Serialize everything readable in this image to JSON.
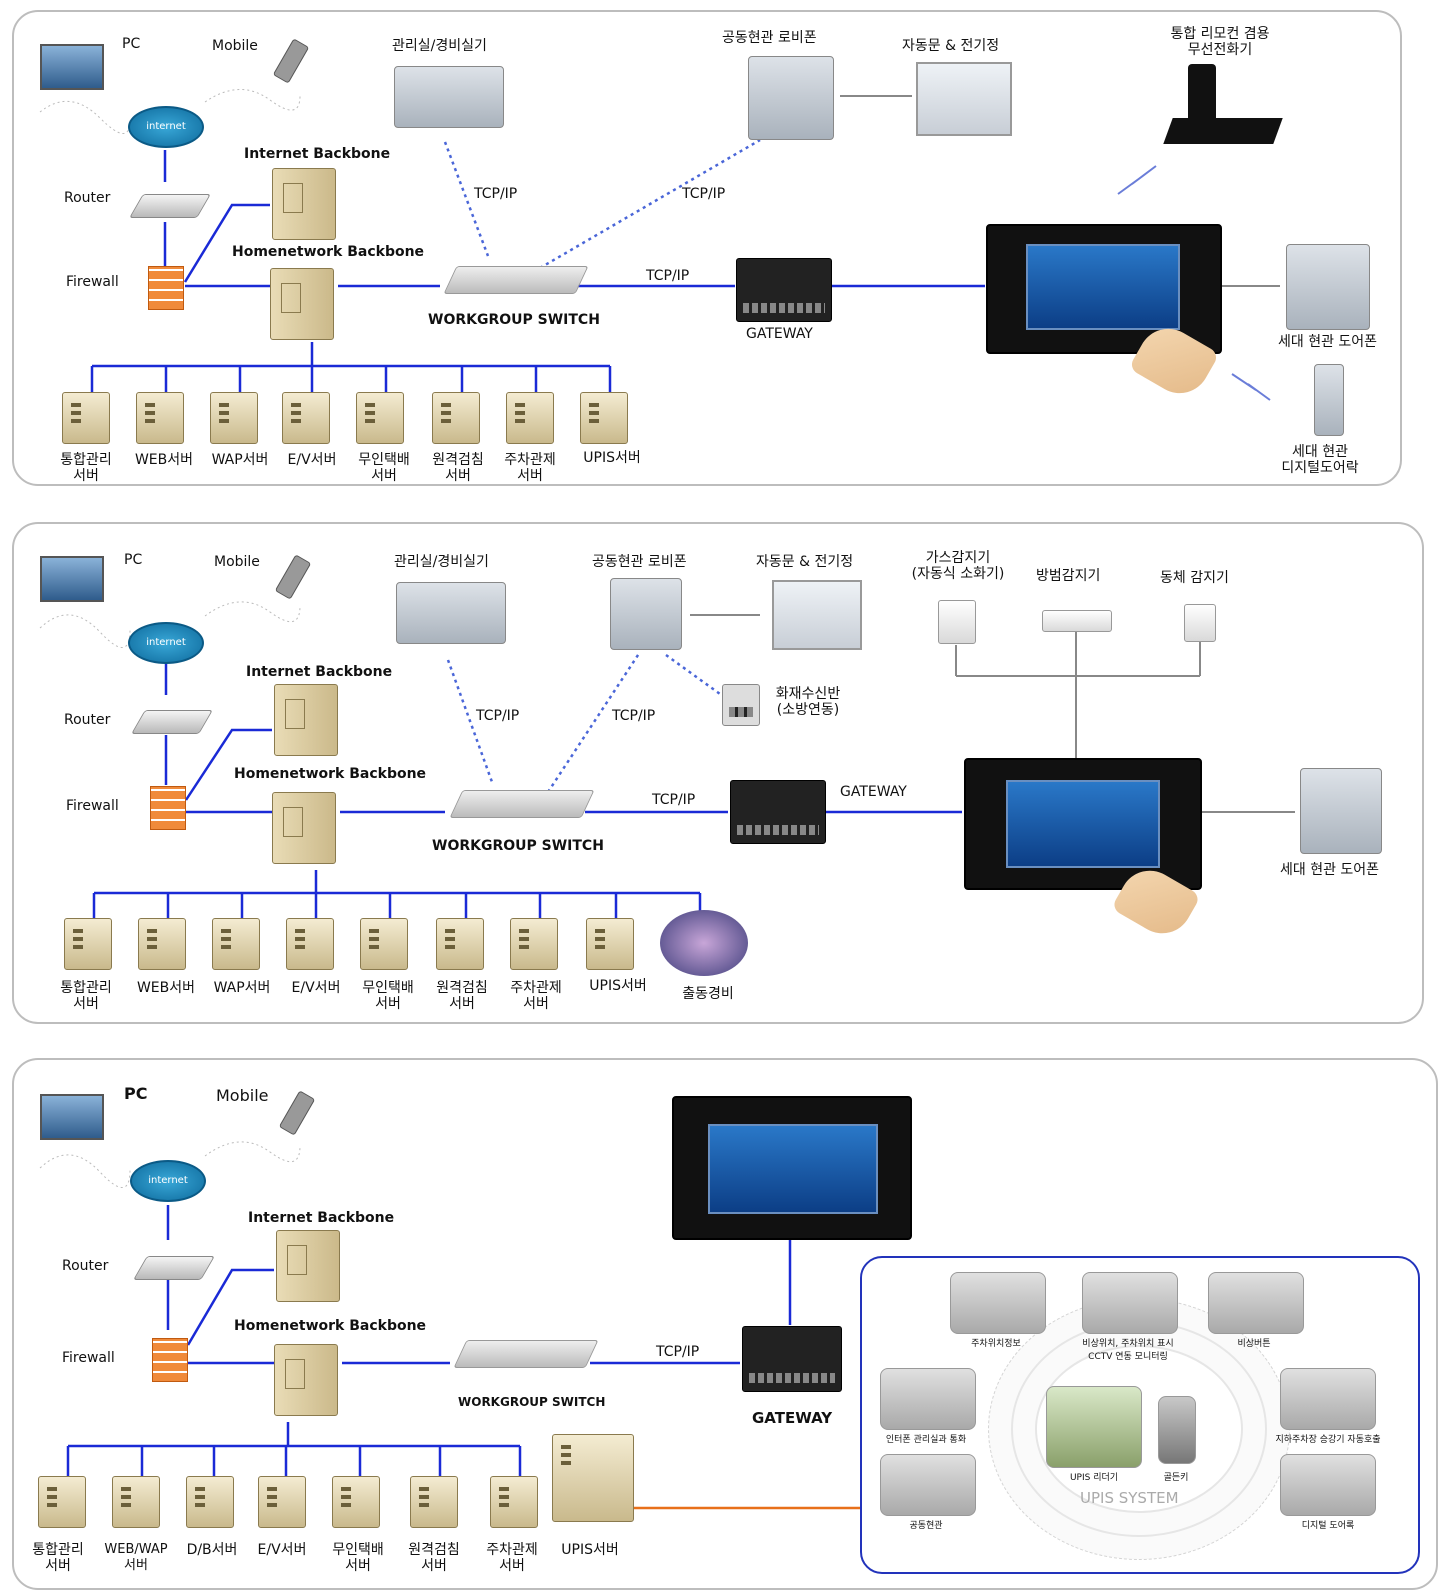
{
  "p1": {
    "pc": "PC",
    "mobile": "Mobile",
    "router": "Router",
    "firewall": "Firewall",
    "internet_backbone": "Internet Backbone",
    "homenet_backbone": "Homenetwork Backbone",
    "mgmt": "관리실/경비실기",
    "lobby": "공동현관 로비폰",
    "autodoor": "자동문 & 전기정",
    "remote": "통합 리모컨 겸용\n무선전화기",
    "tcp1": "TCP/IP",
    "tcp2": "TCP/IP",
    "tcp3": "TCP/IP",
    "switch": "WORKGROUP SWITCH",
    "gateway": "GATEWAY",
    "doorphone": "세대 현관 도어폰",
    "doorlock": "세대 현관\n디지털도어락",
    "servers": [
      "통합관리\n서버",
      "WEB서버",
      "WAP서버",
      "E/V서버",
      "무인택배\n서버",
      "원격검침\n서버",
      "주차관제\n서버",
      "UPIS서버"
    ]
  },
  "p2": {
    "pc": "PC",
    "mobile": "Mobile",
    "router": "Router",
    "firewall": "Firewall",
    "internet_backbone": "Internet Backbone",
    "homenet_backbone": "Homenetwork Backbone",
    "mgmt": "관리실/경비실기",
    "lobby": "공동현관 로비폰",
    "autodoor": "자동문 & 전기정",
    "gas": "가스감지기\n(자동식 소화기)",
    "security": "방범감지기",
    "motion": "동체 감지기",
    "fire": "화재수신반\n(소방연동)",
    "tcp1": "TCP/IP",
    "tcp2": "TCP/IP",
    "tcp3": "TCP/IP",
    "switch": "WORKGROUP SWITCH",
    "gateway": "GATEWAY",
    "doorphone": "세대 현관 도어폰",
    "dispatch": "출동경비",
    "servers": [
      "통합관리\n서버",
      "WEB서버",
      "WAP서버",
      "E/V서버",
      "무인택배\n서버",
      "원격검침\n서버",
      "주차관제\n서버",
      "UPIS서버"
    ]
  },
  "p3": {
    "pc": "PC",
    "mobile": "Mobile",
    "router": "Router",
    "firewall": "Firewall",
    "internet_backbone": "Internet Backbone",
    "homenet_backbone": "Homenetwork Backbone",
    "switch": "WORKGROUP SWITCH",
    "tcp": "TCP/IP",
    "gateway": "GATEWAY",
    "servers": [
      "통합관리\n서버",
      "WEB/WAP\n서버",
      "D/B서버",
      "E/V서버",
      "무인택배\n서버",
      "원격검침\n서버",
      "주차관제\n서버",
      "UPIS서버"
    ],
    "upis": {
      "title": "UPIS SYSTEM",
      "parking_info": "주차위치정보",
      "emergency": "비상위치, 주차위치 표시\nCCTV 연동 모니터링",
      "button": "비상버튼",
      "intercom": "인터폰 관리실과 통화",
      "elevator": "지하주차장 승강기 자동호출",
      "lobby": "공동현관",
      "doorlock": "디지털 도어록",
      "reader": "UPIS 리더기",
      "fob": "골든키"
    }
  },
  "colors": {
    "wire": "#1a2ad6",
    "dotted": "#4a66d8",
    "orange": "#e8701a",
    "panel_border": "#bdbdbd"
  }
}
